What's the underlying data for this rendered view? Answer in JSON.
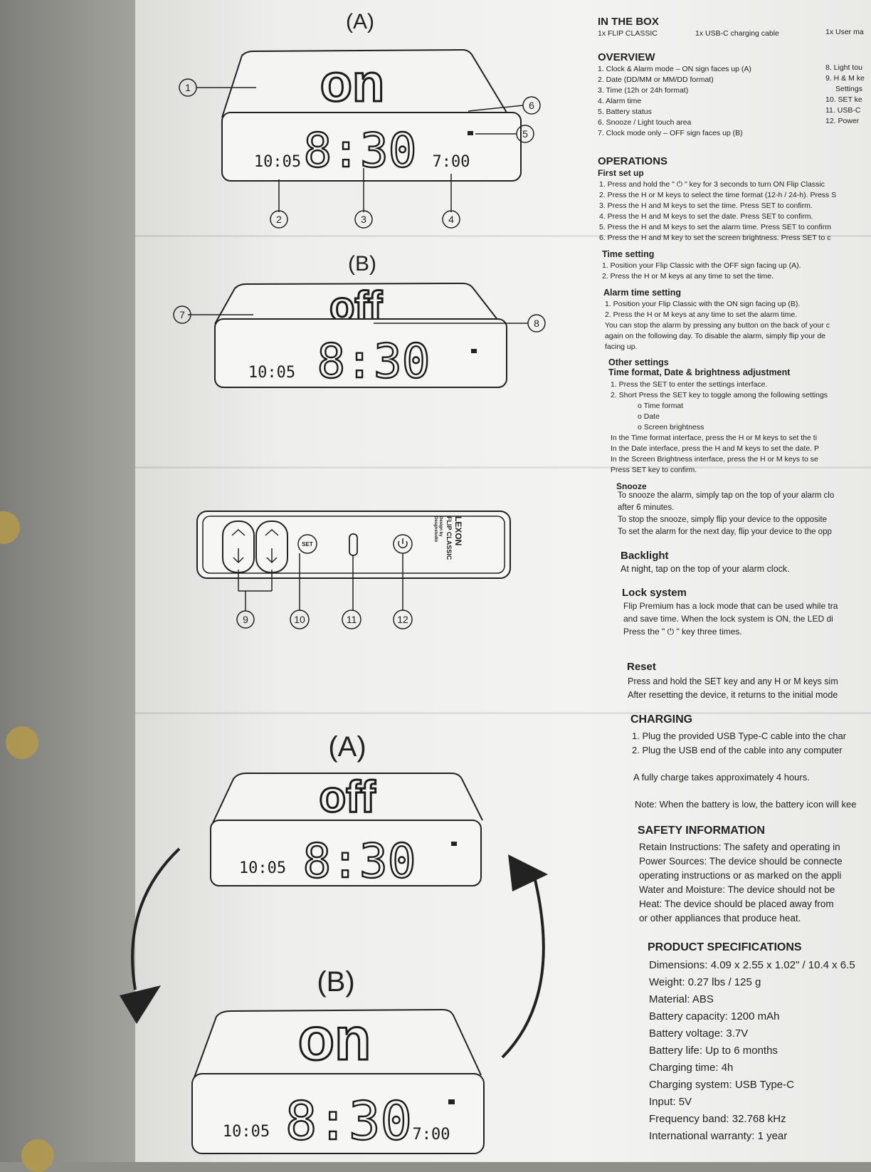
{
  "diagram": {
    "label_a": "(A)",
    "label_b": "(B)",
    "time": "8:30",
    "date": "10:05",
    "alarm": "7:00",
    "word_on": "on",
    "word_off": "off",
    "callouts": [
      "1",
      "2",
      "3",
      "4",
      "5",
      "6",
      "7",
      "8",
      "9",
      "10",
      "11",
      "12"
    ],
    "brand": "LEXON",
    "model": "FLIP CLASSIC",
    "designer": "Design by",
    "designer_name": "Desgnstudio",
    "set_key": "SET"
  },
  "manual": {
    "in_the_box": {
      "title": "IN THE BOX",
      "items": [
        "1x FLIP CLASSIC",
        "1x USB-C charging cable",
        "1x User ma"
      ]
    },
    "overview": {
      "title": "OVERVIEW",
      "items": [
        "1. Clock & Alarm mode – ON sign faces up (A)",
        "2. Date (DD/MM or MM/DD format)",
        "3. Time (12h or 24h format)",
        "4. Alarm time",
        "5. Battery status",
        "6. Snooze / Light touch area",
        "7. Clock mode only – OFF sign faces up (B)"
      ],
      "items_right": [
        "8. Light tou",
        "9. H & M ke",
        "Settings",
        "10. SET ke",
        "11. USB-C",
        "12. Power"
      ]
    },
    "operations": {
      "title": "OPERATIONS",
      "subtitle": "First set up",
      "items": [
        "1. Press and hold the \" ⏻ \" key for 3 seconds to turn ON Flip Classic",
        "2. Press the H or M keys to select the time format (12-h / 24-h). Press S",
        "3. Press the H and M keys to set the time. Press SET to confirm.",
        "4. Press the H and M keys to set the date. Press SET to confirm.",
        "5. Press the H and M keys to set the alarm time. Press SET to confirm",
        "6. Press the H and M key to set the screen brightness. Press SET to c"
      ]
    },
    "time_setting": {
      "title": "Time setting",
      "items": [
        "1. Position your Flip Classic with the OFF sign facing up (A).",
        "2. Press the H or M keys at any time to set the time."
      ]
    },
    "alarm_setting": {
      "title": "Alarm time setting",
      "items": [
        "1. Position your Flip Classic with the ON sign facing up (B).",
        "2. Press the H or M keys at any time to set the alarm time.",
        "You can stop the alarm by pressing any button on the back of your c",
        "again on the following day. To disable the alarm, simply flip your de",
        "facing up."
      ]
    },
    "other_settings": {
      "title": "Other settings",
      "subtitle": "Time format, Date & brightness adjustment",
      "items": [
        "1. Press the SET to enter the settings interface.",
        "2. Short Press the SET key to toggle among the following settings",
        "o Time format",
        "o Date",
        "o Screen brightness",
        "In the Time format interface, press the H or M keys to set the ti",
        "In the Date interface, press the H and M keys to set the date. P",
        "In the Screen Brightness interface, press the H or M keys to se",
        "Press SET key to confirm."
      ]
    },
    "snooze": {
      "title": "Snooze",
      "items": [
        "To snooze the alarm, simply tap on the top of your alarm clo",
        "after 6 minutes.",
        "To stop the snooze, simply flip your device to the opposite",
        "To set the alarm for the next day, flip your device to the opp"
      ]
    },
    "backlight": {
      "title": "Backlight",
      "items": [
        "At night, tap on the top of your alarm clock."
      ]
    },
    "lock": {
      "title": "Lock system",
      "items": [
        "Flip Premium has a lock mode that can be used while tra",
        "and save time. When the lock system is ON, the LED di",
        "Press the \" ⏻ \" key three times."
      ]
    },
    "reset": {
      "title": "Reset",
      "items": [
        "Press and hold the SET key and any H or M keys sim",
        "After resetting the device, it returns to the initial mode"
      ]
    },
    "charging": {
      "title": "CHARGING",
      "items": [
        "1. Plug the provided USB Type-C cable into the char",
        "2. Plug the USB end of the cable into any computer",
        "A fully charge takes approximately 4 hours.",
        "Note: When the battery is low, the battery icon will kee"
      ]
    },
    "safety": {
      "title": "SAFETY INFORMATION",
      "items": [
        "Retain Instructions: The safety and operating in",
        "Power Sources: The device should be connecte",
        "operating instructions or as marked on the appli",
        "Water and Moisture: The device should not be",
        "Heat: The device should be placed away from",
        "or other appliances that produce heat."
      ]
    },
    "specs": {
      "title": "PRODUCT SPECIFICATIONS",
      "items": [
        "Dimensions: 4.09 x 2.55 x 1.02\" / 10.4 x 6.5",
        "Weight: 0.27 lbs / 125 g",
        "Material: ABS",
        "Battery capacity: 1200 mAh",
        "Battery voltage: 3.7V",
        "Battery life: Up to 6 months",
        "Charging time: 4h",
        "Charging system: USB Type-C",
        "Input: 5V",
        "Frequency band: 32.768 kHz",
        "International warranty: 1 year"
      ]
    }
  }
}
